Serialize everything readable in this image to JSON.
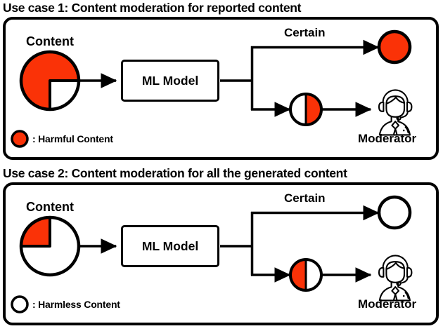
{
  "diagram": {
    "accent_color": "#FA3207",
    "line_color": "#000000",
    "background_color": "#FFFFFF"
  },
  "sections": [
    {
      "id": "use-case-1",
      "title": "Use case 1: Content moderation for reported content",
      "content_label": "Content",
      "model_label": "ML Model",
      "certain_label": "Certain",
      "moderator_label": "Moderator",
      "legend_label": ": Harmful Content",
      "legend_swatch": "filled-circle",
      "input_circle": {
        "name": "mostly-harmful-content-circle",
        "fill_fraction": 0.88,
        "fill_color": "#FA3207",
        "empty_color": "#FFFFFF",
        "description": "mostly red circle with small white slice at lower right"
      },
      "certain_output_circle": {
        "name": "harmful-content-circle",
        "fill": "#FA3207",
        "description": "fully red circle"
      },
      "uncertain_output_circle": {
        "name": "uncertain-content-circle",
        "left_half": "#FFFFFF",
        "right_half": "#FA3207",
        "description": "half white left, half red right"
      }
    },
    {
      "id": "use-case-2",
      "title": "Use case 2: Content moderation for all the generated content",
      "content_label": "Content",
      "model_label": "ML Model",
      "certain_label": "Certain",
      "moderator_label": "Moderator",
      "legend_label": ": Harmless Content",
      "legend_swatch": "hollow-circle",
      "input_circle": {
        "name": "mostly-harmless-content-circle",
        "fill_fraction": 0.12,
        "fill_color": "#FA3207",
        "empty_color": "#FFFFFF",
        "description": "mostly white circle with small red slice at upper left"
      },
      "certain_output_circle": {
        "name": "harmless-content-circle",
        "fill": "#FFFFFF",
        "description": "fully white circle"
      },
      "uncertain_output_circle": {
        "name": "uncertain-content-circle",
        "left_half": "#FA3207",
        "right_half": "#FFFFFF",
        "description": "half red left, half white right"
      }
    }
  ],
  "icons": {
    "moderator": "headset-agent-icon",
    "arrow": "arrow-right-icon"
  }
}
